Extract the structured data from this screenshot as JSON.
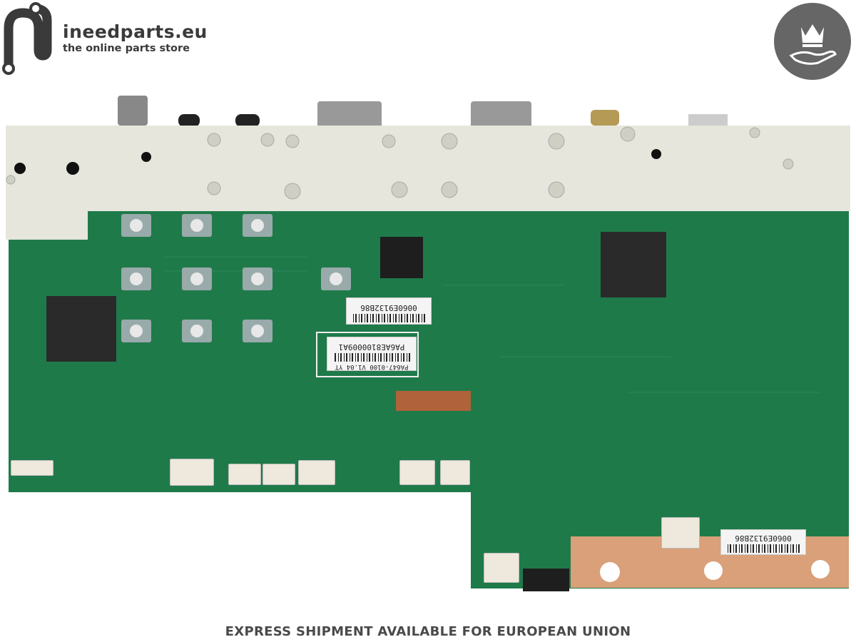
{
  "branding": {
    "name": "ineedparts.eu",
    "tagline": "the online parts store",
    "logo_color": "#3a3a3a",
    "badge_icon": "crown-hand-icon",
    "badge_color": "#666666"
  },
  "product_photo": {
    "labels": [
      {
        "text": "0060E9132B86"
      },
      {
        "text": "PA6AE8100009A1",
        "sub": "PA647-0100 V1.04 YT"
      },
      {
        "text": "0060E9132B86"
      }
    ],
    "board_colors": {
      "pcb": "#1f7a4a",
      "shield": "#e6e6dc",
      "copper": "#d9a079"
    }
  },
  "footer": {
    "text": "EXPRESS SHIPMENT AVAILABLE FOR EUROPEAN UNION"
  }
}
